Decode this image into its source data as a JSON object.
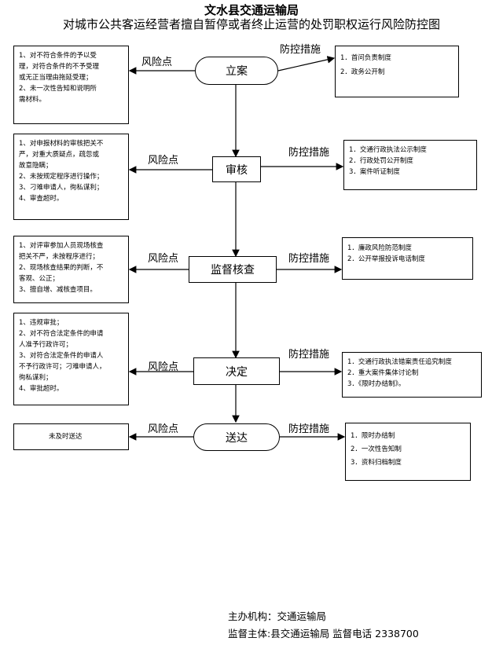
{
  "header": {
    "title": "文水县交通运输局",
    "subtitle": "对城市公共客运经营者擅自暂停或者终止运营的处罚职权运行风险防控图"
  },
  "labels": {
    "risk": "风险点",
    "control": "防控措施"
  },
  "steps": [
    {
      "name": "立案",
      "risks": [
        "1、对不符合条件的予以受",
        "理，对符合条件的不予受理",
        "或无正当理由拖延受理；",
        "2、未一次性告知和说明所",
        "需材料。"
      ],
      "controls": [
        "1．首问负责制度",
        "2．政务公开制"
      ]
    },
    {
      "name": "审核",
      "risks": [
        "1、对申报材料的审核把关不",
        "严，对重大质疑点，疏忽或",
        "故意隐瞒；",
        "2、未按规定程序进行操作；",
        "3、刁难申请人，徇私谋利；",
        "4、审查超时。"
      ],
      "controls": [
        "1．交通行政执法公示制度",
        "2．行政处罚公开制度",
        "3．案件听证制度"
      ]
    },
    {
      "name": "监督核查",
      "risks": [
        "1、对评审参加人员现场核查",
        "把关不严，未按程序进行；",
        "2、现场核查结果的判断，不",
        "客观、公正；",
        "3、擅自增、减核查项目。"
      ],
      "controls": [
        "1．廉政风险防范制度",
        "2．公开举报投诉电话制度"
      ]
    },
    {
      "name": "决定",
      "risks": [
        "1、违规审批；",
        "2、对不符合法定条件的申请",
        "人准予行政许可；",
        "3、对符合法定条件的申请人",
        "不予行政许可；刁难申请人，",
        "徇私谋利；",
        "4、审批超时。"
      ],
      "controls": [
        "1．交通行政执法错案责任追究制度",
        "2．重大案件集体讨论制",
        "3．《限时办结制》。"
      ]
    },
    {
      "name": "送达",
      "risks": [
        "未及时送达"
      ],
      "controls": [
        "1．限时办结制",
        "2．一次性告知制",
        "3．资料归档制度"
      ]
    }
  ],
  "footer": {
    "organizer": "主办机构：交通运输局",
    "supervisor": "监督主体:县交通运输局   监督电话  2338700"
  }
}
